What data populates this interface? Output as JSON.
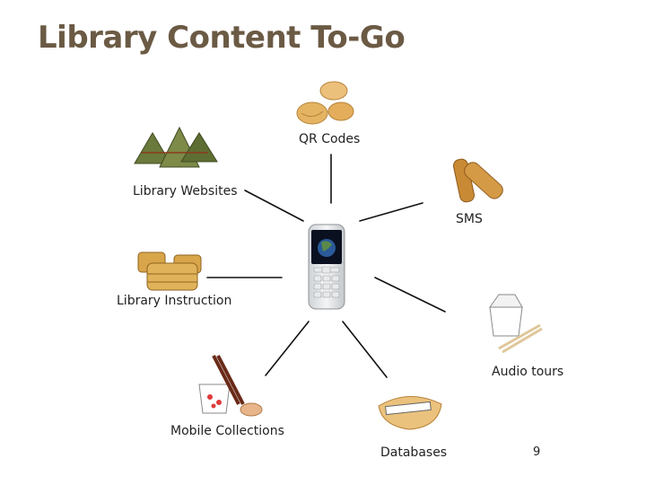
{
  "slide": {
    "title": "Library Content To-Go",
    "page_number": "9",
    "center": {
      "name": "Mobile phone",
      "icon": "mobile-phone-icon"
    },
    "items": [
      {
        "key": "qr_codes",
        "label": "QR Codes",
        "icon": "fortune-cookies-icon"
      },
      {
        "key": "sms",
        "label": "SMS",
        "icon": "egg-rolls-icon"
      },
      {
        "key": "library_websites",
        "label": "Library Websites",
        "icon": "zongzi-dumplings-icon"
      },
      {
        "key": "library_instruction",
        "label": "Library Instruction",
        "icon": "dim-sum-steamers-icon"
      },
      {
        "key": "audio_tours",
        "label": "Audio tours",
        "icon": "takeout-box-icon"
      },
      {
        "key": "mobile_collections",
        "label": "Mobile Collections",
        "icon": "takeout-box-chopsticks-icon"
      },
      {
        "key": "databases",
        "label": "Databases",
        "icon": "fortune-cookie-message-icon"
      }
    ]
  }
}
